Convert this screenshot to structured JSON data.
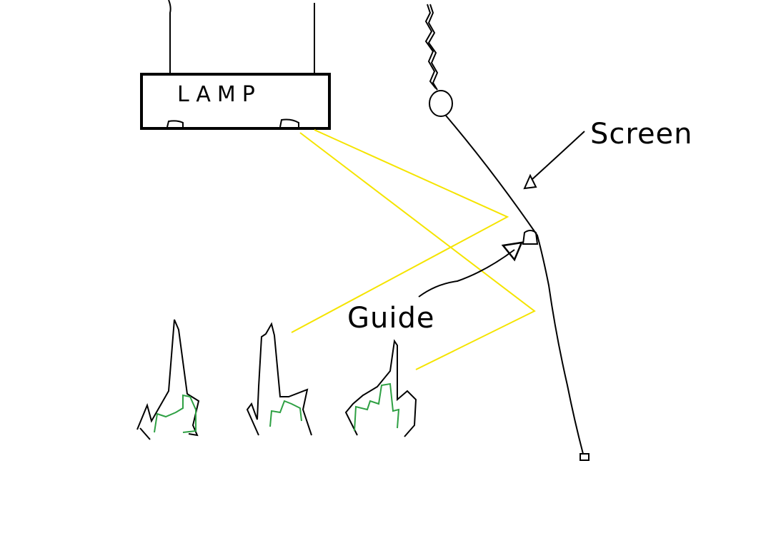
{
  "labels": {
    "lamp": "LAMP",
    "screen": "Screen",
    "guide": "Guide"
  },
  "colors": {
    "ink": "#000000",
    "light_beam": "#f5e400",
    "plant_core": "#2ea043",
    "background": "#ffffff"
  }
}
